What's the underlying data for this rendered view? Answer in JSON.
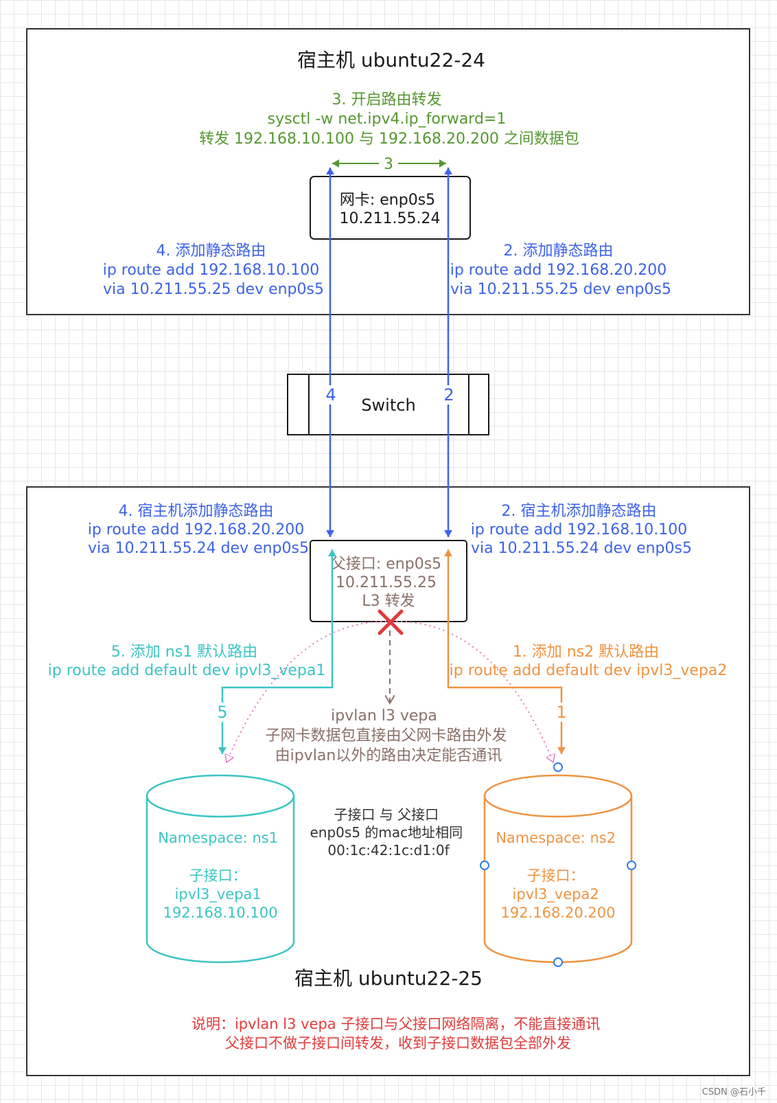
{
  "colors": {
    "green": "#559731",
    "blue": "#3d63e6",
    "teal": "#3cc4c4",
    "orange": "#ee9341",
    "brown": "#8a7068",
    "red": "#e03b3b",
    "pink": "#e377c2",
    "dark": "#1a1a1a"
  },
  "host_top": {
    "title": "宿主机 ubuntu22-24",
    "forward_note": [
      "3. 开启路由转发",
      "sysctl -w  net.ipv4.ip_forward=1",
      "转发 192.168.10.100 与 192.168.20.200 之间数据包"
    ],
    "forward_num": "3",
    "nic": [
      "网卡: enp0s5",
      "10.211.55.24"
    ],
    "route_left": [
      "4. 添加静态路由",
      "ip route add 192.168.10.100",
      " via 10.211.55.25 dev enp0s5"
    ],
    "route_right": [
      "2. 添加静态路由",
      "ip route add 192.168.20.200",
      " via 10.211.55.25 dev enp0s5"
    ]
  },
  "switch": {
    "label": "Switch",
    "num_left": "4",
    "num_right": "2"
  },
  "host_bottom": {
    "title": "宿主机 ubuntu22-25",
    "route_left": [
      "4. 宿主机添加静态路由",
      "ip route add 192.168.20.200",
      " via 10.211.55.24 dev enp0s5"
    ],
    "route_right": [
      "2. 宿主机添加静态路由",
      "ip route add 192.168.10.100",
      "via 10.211.55.24 dev enp0s5"
    ],
    "parent": [
      "父接口: enp0s5",
      "10.211.55.25",
      "L3 转发"
    ],
    "ns1_route": [
      "5. 添加 ns1 默认路由",
      "ip route add default dev ipvl3_vepa1"
    ],
    "ns1_num": "5",
    "ns2_route": [
      "1. 添加 ns2 默认路由",
      "ip route add default dev ipvl3_vepa2"
    ],
    "ns2_num": "1",
    "vepa_note": [
      "ipvlan  l3  vepa",
      "子网卡数据包直接由父网卡路由外发",
      "由ipvlan以外的路由决定能否通讯"
    ],
    "ns1": [
      "Namespace: ns1",
      "",
      "子接口：",
      "ipvl3_vepa1",
      "192.168.10.100"
    ],
    "ns2": [
      "Namespace: ns2",
      "",
      "子接口：",
      "ipvl3_vepa2",
      "192.168.20.200"
    ],
    "mac_note": [
      "子接口 与 父接口",
      "enp0s5 的mac地址相同",
      "00:1c:42:1c:d1:0f"
    ],
    "explain": [
      "说明：ipvlan l3 vepa 子接口与父接口网络隔离，不能直接通讯",
      "父接口不做子接口间转发，收到子接口数据包全部外发"
    ]
  },
  "watermark": "CSDN @石小千"
}
